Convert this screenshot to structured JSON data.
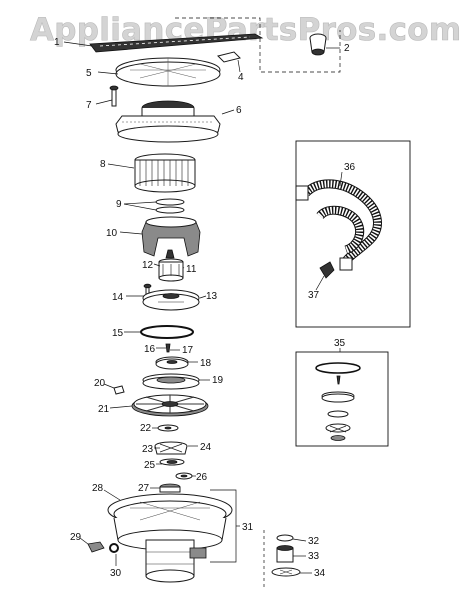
{
  "watermark": "AppliancePartsPros.com",
  "callouts": [
    "1",
    "2",
    "4",
    "5",
    "6",
    "7",
    "8",
    "9",
    "10",
    "11",
    "12",
    "13",
    "14",
    "15",
    "16",
    "17",
    "18",
    "19",
    "20",
    "21",
    "22",
    "23",
    "24",
    "25",
    "26",
    "27",
    "28",
    "29",
    "30",
    "31",
    "32",
    "33",
    "34",
    "35",
    "36",
    "37"
  ]
}
